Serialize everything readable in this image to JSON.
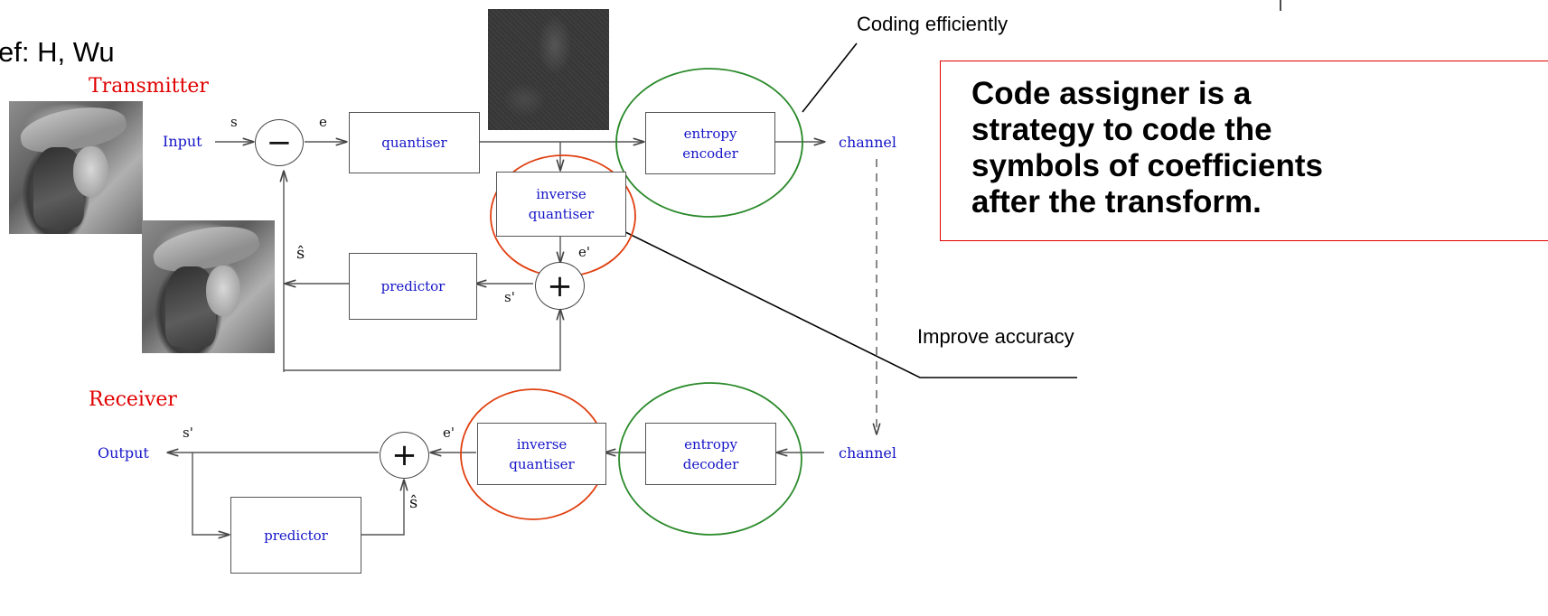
{
  "reference": "ef: H, Wu",
  "transmitter": {
    "title": "Transmitter",
    "input_label": "Input",
    "channel_label": "channel",
    "quantiser_label": "quantiser",
    "inverse_quantiser_line1": "inverse",
    "inverse_quantiser_line2": "quantiser",
    "entropy_encoder_line1": "entropy",
    "entropy_encoder_line2": "encoder",
    "predictor_label": "predictor",
    "subtract_symbol": "−",
    "add_symbol": "+",
    "var_s": "s",
    "var_e": "e",
    "var_e_prime": "e'",
    "var_s_prime": "s'",
    "var_s_hat": "ŝ"
  },
  "receiver": {
    "title": "Receiver",
    "output_label": "Output",
    "channel_label": "channel",
    "entropy_decoder_line1": "entropy",
    "entropy_decoder_line2": "decoder",
    "inverse_quantiser_line1": "inverse",
    "inverse_quantiser_line2": "quantiser",
    "predictor_label": "predictor",
    "add_symbol": "+",
    "var_s_prime": "s'",
    "var_e_prime": "e'",
    "var_s_hat": "ŝ"
  },
  "annotations": {
    "coding_efficiently": "Coding efficiently",
    "improve_accuracy": "Improve accuracy"
  },
  "callout": {
    "lines": [
      "Code assigner is a",
      "strategy to code the",
      "symbols of coefficients",
      "after the transform."
    ]
  },
  "colors": {
    "box_text": "#1515c8",
    "title_red": "#e00000",
    "circle_green": "#2a8a2a",
    "circle_red": "#e04010",
    "callout_border": "#e00000"
  }
}
